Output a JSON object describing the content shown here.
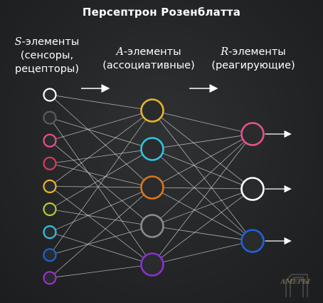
{
  "title": "Персептрон Розенблатта",
  "s_label": {
    "letter": "S",
    "line1": "-элементы",
    "line2": "(сенсоры,",
    "line3": "рецепторы)"
  },
  "a_label": {
    "letter": "A",
    "line1": "-элементы",
    "line2": "(ассоциативные)"
  },
  "r_label": {
    "letter": "R",
    "line1": "-элементы",
    "line2": "(реагирующие)"
  },
  "watermark_text": "АМЕРЫ",
  "s_neurons": [
    {
      "id": "s1",
      "color": "#ffffff"
    },
    {
      "id": "s2",
      "color": "#5b5b5b"
    },
    {
      "id": "s3",
      "color": "#e8508e"
    },
    {
      "id": "s4",
      "color": "#d93a57"
    },
    {
      "id": "s5",
      "color": "#e6b62a"
    },
    {
      "id": "s6",
      "color": "#b4cc2e"
    },
    {
      "id": "s7",
      "color": "#2ec4e0"
    },
    {
      "id": "s8",
      "color": "#1e63d8"
    },
    {
      "id": "s9",
      "color": "#9b2fd0"
    }
  ],
  "a_neurons": [
    {
      "id": "a1",
      "color": "#e6b62a"
    },
    {
      "id": "a2",
      "color": "#2ec4e0"
    },
    {
      "id": "a3",
      "color": "#d9761d"
    },
    {
      "id": "a4",
      "color": "#8c8c8c"
    },
    {
      "id": "a5",
      "color": "#8a2fd0"
    }
  ],
  "r_neurons": [
    {
      "id": "r1",
      "color": "#e8508e"
    },
    {
      "id": "r2",
      "color": "#ffffff"
    },
    {
      "id": "r3",
      "color": "#1e63d8"
    }
  ],
  "s_to_a_connections": [
    [
      "s1",
      "a1"
    ],
    [
      "s1",
      "a3"
    ],
    [
      "s2",
      "a2"
    ],
    [
      "s2",
      "a5"
    ],
    [
      "s3",
      "a1"
    ],
    [
      "s3",
      "a4"
    ],
    [
      "s4",
      "a2"
    ],
    [
      "s4",
      "a3"
    ],
    [
      "s5",
      "a1"
    ],
    [
      "s5",
      "a3"
    ],
    [
      "s5",
      "a5"
    ],
    [
      "s6",
      "a2"
    ],
    [
      "s6",
      "a4"
    ],
    [
      "s7",
      "a3"
    ],
    [
      "s7",
      "a5"
    ],
    [
      "s8",
      "a1"
    ],
    [
      "s8",
      "a4"
    ],
    [
      "s9",
      "a3"
    ],
    [
      "s9",
      "a5"
    ]
  ],
  "a_to_r_connections": [
    [
      "a1",
      "r1"
    ],
    [
      "a1",
      "r2"
    ],
    [
      "a1",
      "r3"
    ],
    [
      "a2",
      "r1"
    ],
    [
      "a2",
      "r2"
    ],
    [
      "a2",
      "r3"
    ],
    [
      "a3",
      "r1"
    ],
    [
      "a3",
      "r2"
    ],
    [
      "a3",
      "r3"
    ],
    [
      "a4",
      "r1"
    ],
    [
      "a4",
      "r2"
    ],
    [
      "a4",
      "r3"
    ],
    [
      "a5",
      "r1"
    ],
    [
      "a5",
      "r2"
    ],
    [
      "a5",
      "r3"
    ]
  ]
}
